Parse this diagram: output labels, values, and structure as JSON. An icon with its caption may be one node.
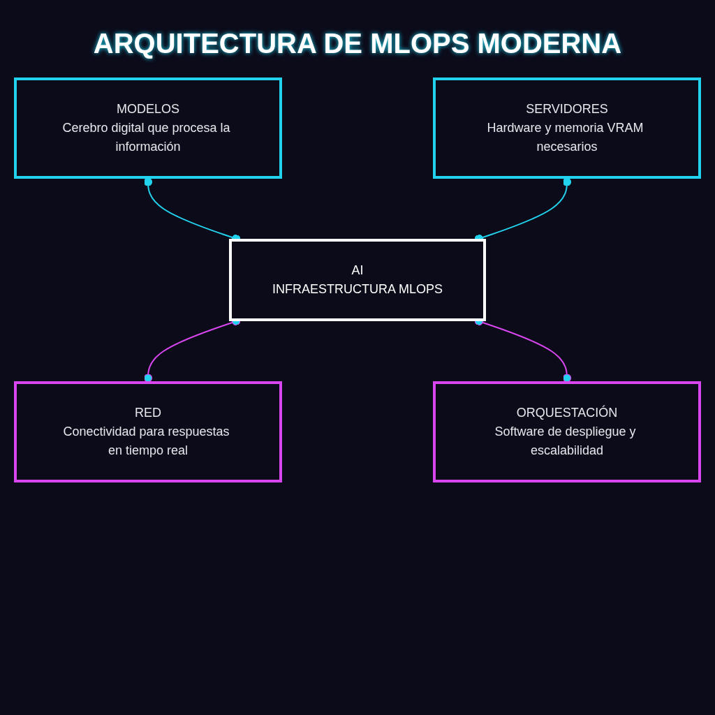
{
  "diagram": {
    "title": "ARQUITECTURA DE MLOPS MODERNA",
    "nodes": [
      {
        "text": [
          "MODELOS",
          "Cerebro digital que procesa la información"
        ]
      },
      {
        "text": [
          "SERVIDORES",
          "Hardware y memoria VRAM necesarios"
        ]
      },
      {
        "text": [
          "AI",
          "INFRAESTRUCTURA MLOPS"
        ]
      },
      {
        "text": [
          "RED",
          "Conectividad para respuestas en tiempo real"
        ]
      },
      {
        "text": [
          "ORQUESTACIÓN",
          "Software de despliegue y escalabilidad"
        ]
      }
    ],
    "edges": [
      {
        "from": 0,
        "to": 2,
        "arrow": "other",
        "color": "#22d3ee"
      },
      {
        "from": 1,
        "to": 2,
        "arrow": "other",
        "color": "#22d3ee"
      },
      {
        "from": 3,
        "to": 2,
        "arrow": "other",
        "color": "#d946ef"
      },
      {
        "from": 4,
        "to": 2,
        "arrow": "other",
        "color": "#d946ef"
      }
    ]
  }
}
